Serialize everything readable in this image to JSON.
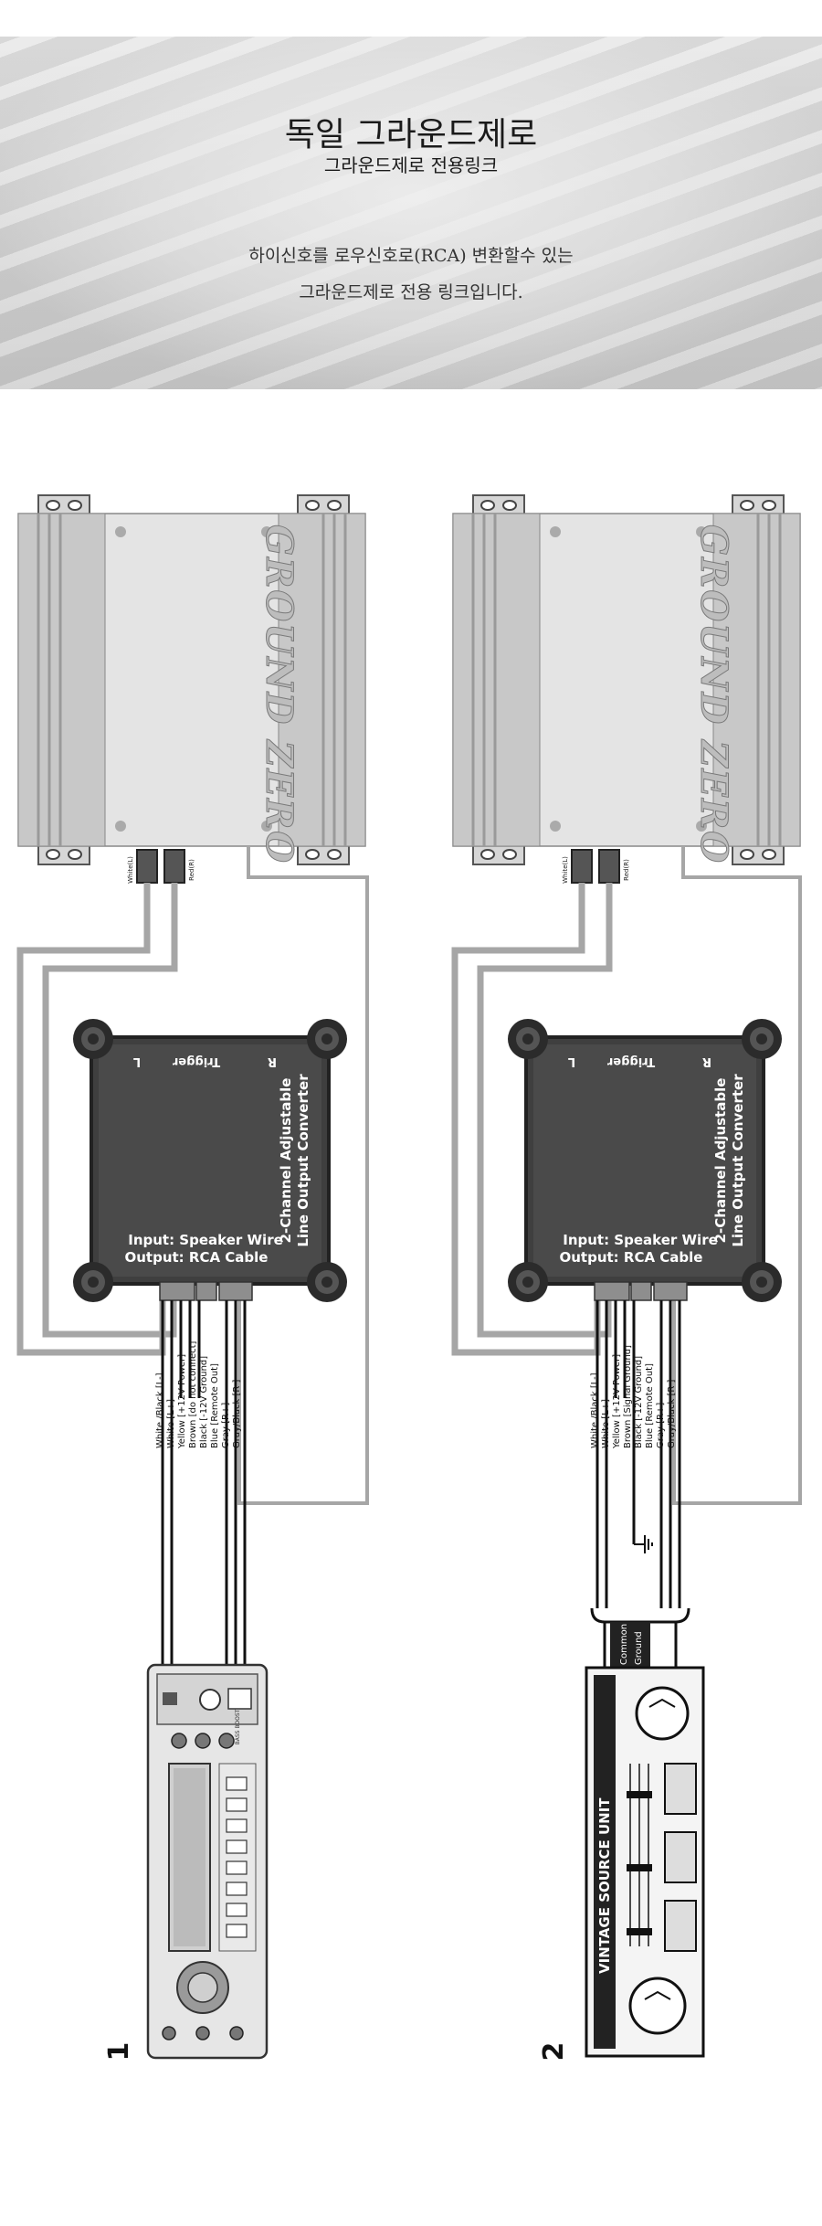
{
  "header": {
    "title": "독일 그라운드제로",
    "subtitle": "그라운드제로 전용링크",
    "description_line1": "하이신호를 로우신호로(RCA) 변환할수 있는",
    "description_line2": "그라운드제로 전용 링크입니다."
  },
  "diagram": {
    "amp_logo": "GROUND ZERO",
    "rca_left_label": "White(L)",
    "rca_right_label": "Red(R)",
    "converter": {
      "label_l": "L",
      "label_trigger": "Trigger",
      "label_r": "R",
      "title_line1": "2-Channel Adjustable",
      "title_line2": "Line Output Converter",
      "input_text": "Input: Speaker Wire",
      "output_text": "Output:  RCA Cable"
    },
    "panel1": {
      "number": "1",
      "wires": [
        "White /Black [L-]",
        "White [L+]",
        "Yellow [+12V Power]",
        "Brown [do not connect]",
        "Black [-12V Ground]",
        "Blue [Remote Out]",
        "Gray [R+]",
        "Gray/Black [R-]"
      ],
      "head_unit_text": "BASS BOOST"
    },
    "panel2": {
      "number": "2",
      "wires": [
        "White /Black [L-]",
        "White [L+]",
        "Yellow [+12V Power]",
        "Brown [Signal Ground]",
        "Black [-12V Ground]",
        "Blue [Remote Out]",
        "Gray [R+]",
        "Gray/Black [R-]"
      ],
      "common_ground_line1": "Common",
      "common_ground_line2": "Ground",
      "source_unit_label": "VINTAGE SOURCE UNIT"
    }
  }
}
